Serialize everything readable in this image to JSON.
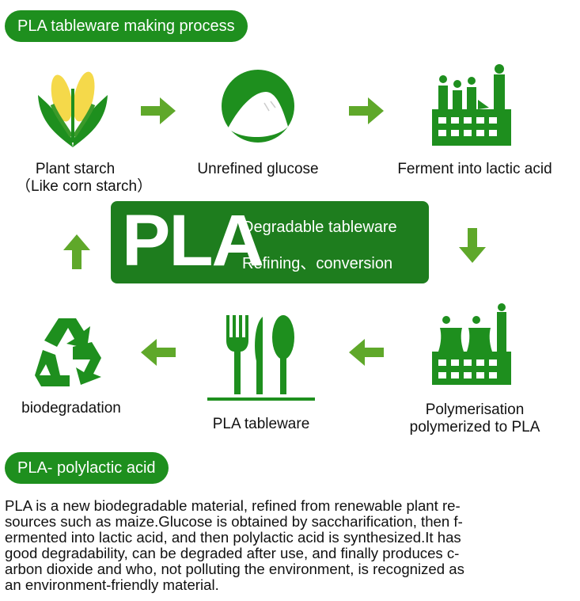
{
  "header": {
    "title": "PLA tableware making process"
  },
  "steps": {
    "plant_starch": {
      "line1": "Plant starch",
      "line2": "（Like corn starch）"
    },
    "unrefined_glucose": {
      "label": "Unrefined glucose"
    },
    "ferment": {
      "label": "Ferment into lactic acid"
    },
    "polymerisation": {
      "line1": "Polymerisation",
      "line2": "polymerized to PLA"
    },
    "tableware": {
      "label": "PLA tableware"
    },
    "biodegradation": {
      "label": "biodegradation"
    }
  },
  "center": {
    "big": "PLA",
    "line1": "Degradable tableware",
    "line2": "Refining、conversion"
  },
  "section2": {
    "title": "PLA- polylactic acid"
  },
  "description": {
    "lines": [
      "PLA is a new biodegradable material, refined from renewable plant re-",
      "sources such as maize.Glucose is obtained by saccharification, then f-",
      "ermented into lactic acid, and then polylactic acid is synthesized.It has",
      "good degradability, can be degraded after use, and finally produces c-",
      "arbon dioxide and who, not polluting the environment, is recognized as",
      "an environment-friendly material."
    ]
  },
  "colors": {
    "accent": "#1e8f1e",
    "dark": "#1e7d1e",
    "arrow": "#5fa82a"
  }
}
